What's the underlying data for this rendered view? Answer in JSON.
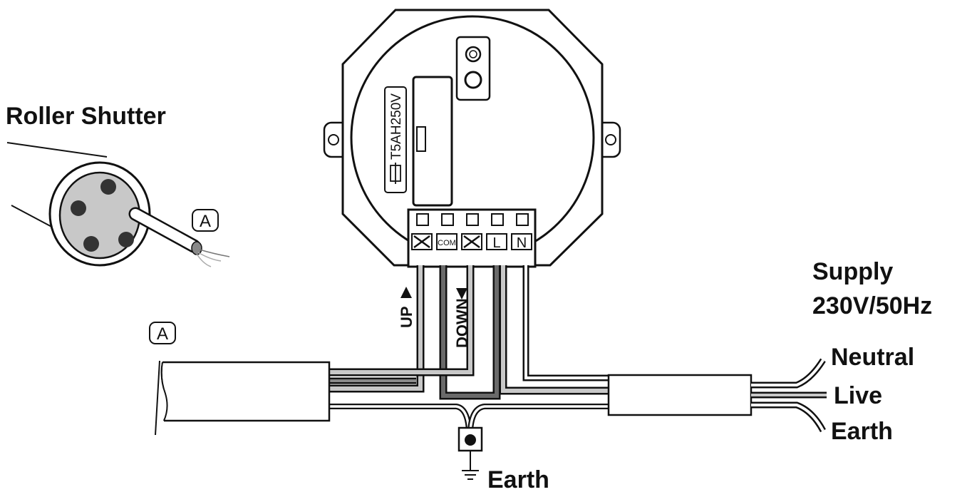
{
  "colors": {
    "ink": "#111111",
    "wire_light": "#c8c8c8",
    "wire_mid": "#8a8a8a",
    "wire_dark": "#4a4a4a",
    "background": "#ffffff"
  },
  "labels": {
    "roller_shutter": "Roller Shutter",
    "tag_a": "A",
    "supply_line1": "Supply",
    "supply_line2": "230V/50Hz",
    "neutral": "Neutral",
    "live": "Live",
    "earth_right": "Earth",
    "earth_bottom": "Earth",
    "up": "UP",
    "down": "DOWN",
    "fuse_rating": "T5AH250V"
  },
  "terminals": [
    {
      "label": "",
      "icon": "arrow-cross-icon"
    },
    {
      "label": "COM"
    },
    {
      "label": "",
      "icon": "arrow-cross-icon"
    },
    {
      "label": "L"
    },
    {
      "label": "N"
    }
  ],
  "icons": {
    "earth": "earth-ground-icon",
    "fuse": "fuse-icon"
  }
}
